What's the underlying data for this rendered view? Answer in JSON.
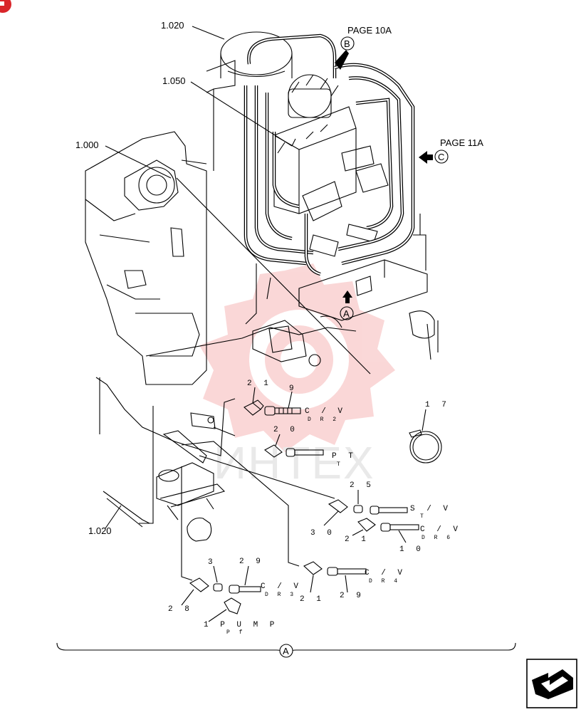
{
  "labels": {
    "top_left_1020": "1.020",
    "label_1050": "1.050",
    "label_1000": "1.000",
    "bottom_left_1020": "1.020",
    "page_10a": "PAGE 10A",
    "page_11a": "PAGE 11A",
    "callout_b": "B",
    "callout_c": "C",
    "callout_a_upper": "A",
    "callout_a_bottom": "A"
  },
  "parts": {
    "p21a": "2 1",
    "p9": "9",
    "cv_dr2_top": "C / V",
    "cv_dr2_bot": "D R 2",
    "p20": "2 0",
    "pt_top": "P T",
    "pt_bot": "T",
    "p17": "1 7",
    "p25": "2 5",
    "sv_top": "S / V",
    "sv_bot": "T",
    "p30": "3 0",
    "p21b": "2 1",
    "cv_dr6_top": "C / V",
    "cv_dr6_bot": "D R 6",
    "p10": "1 0",
    "p3": "3",
    "p29a": "2 9",
    "cv_dr3_top": "C / V",
    "cv_dr3_bot": "D R 3",
    "p21c": "2 1",
    "p29b": "2 9",
    "cv_dr4_top": "C / V",
    "cv_dr4_bot": "D R 4",
    "p28": "2 8",
    "pump_top": "1 P U M P",
    "pump_bot": "P f"
  },
  "watermark": "ИНТЕХ",
  "colors": {
    "watermark": "#f3a3a3",
    "ink": "#000000"
  },
  "icons": [
    "corner-badge-icon",
    "next-page-arrow-icon"
  ]
}
